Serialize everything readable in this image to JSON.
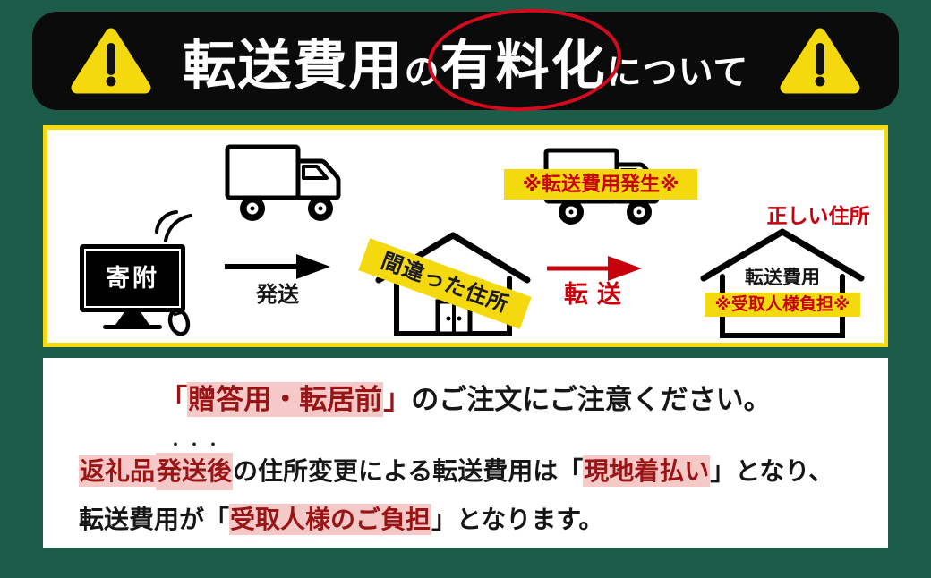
{
  "page": {
    "background": "#1e5c4a"
  },
  "header": {
    "warning_icon": "warning-triangle",
    "title": {
      "part1": "転送費用",
      "particle": "の",
      "circled": "有料化",
      "part2": "について"
    },
    "colors": {
      "banner_bg": "#0b0b0b",
      "triangle_yellow": "#f3d90e",
      "circle_red": "#d40a1e"
    }
  },
  "flow": {
    "monitor_label": "寄附",
    "dispatch_label": "発送",
    "wrong_address_label": "間違った住所",
    "forward_label": "転送",
    "fee_incurred_label": "※転送費用発生※",
    "correct_address_label": "正しい住所",
    "house_fee_title": "転送費用",
    "house_fee_burden": "※受取人様負担※",
    "colors": {
      "panel_border": "#f3d90e",
      "highlight_yellow": "#f3d90e",
      "red": "#c8000b"
    }
  },
  "notice": {
    "line1": {
      "open": "「",
      "emphasis": "贈答用・転居前",
      "close": "」",
      "tail": "のご注文にご注意ください。"
    },
    "line2": {
      "emphasis_a": "返礼品",
      "emphasis_b": "発送後",
      "emphasis_dots": "・・・",
      "mid": "の住所変更による転送費用は「",
      "emphasis_c": "現地着払い",
      "tail": "」となり、"
    },
    "line3": {
      "head": "転送費用が「",
      "emphasis": "受取人様のご負担",
      "tail": "」となります。"
    },
    "colors": {
      "dark_red": "#991414",
      "highlight_pink": "#f6c9c9"
    }
  }
}
